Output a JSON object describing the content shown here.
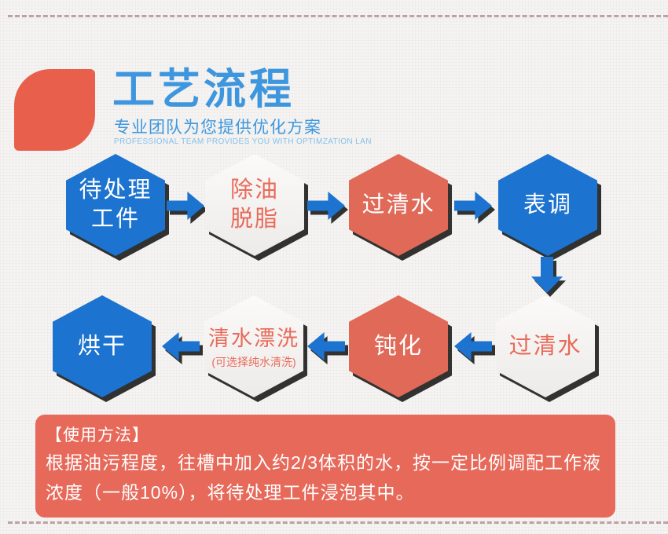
{
  "header": {
    "title": "工艺流程",
    "subtitle": "专业团队为您提供优化方案",
    "subtitle_en": "PROFESSIONAL TEAM PROVIDES YOU WITH OPTIMZATION LAN"
  },
  "flow": {
    "nodes": [
      {
        "line1": "待处理",
        "line2": "工件",
        "variant": "blue"
      },
      {
        "line1": "除油",
        "line2": "脱脂",
        "variant": "light"
      },
      {
        "line1": "过清水",
        "variant": "salmon"
      },
      {
        "line1": "表调",
        "variant": "blue"
      },
      {
        "line1": "过清水",
        "variant": "light"
      },
      {
        "line1": "钝化",
        "variant": "salmon"
      },
      {
        "line1": "清水漂洗",
        "sub": "(可选择纯水清洗)",
        "variant": "light"
      },
      {
        "line1": "烘干",
        "variant": "blue"
      }
    ]
  },
  "usage": {
    "heading": "【使用方法】",
    "line1": "根据油污程度，往槽中加入约2/3体积的水，按一定比例调配工作液",
    "line2": "浓度（一般10%），将待处理工件浸泡其中。"
  },
  "colors": {
    "background": "#f5f4f2",
    "accent_red": "#e8604c",
    "box_red": "#e7695a",
    "hex_blue": "#1c73d0",
    "hex_salmon": "#e06958",
    "hex_light": "#f2f0ee",
    "light_hex_text": "#e96a5a",
    "title_blue": "#3e97de",
    "subtitle_en_blue": "#85c1ea",
    "dash_line": "#9a6c6c"
  }
}
